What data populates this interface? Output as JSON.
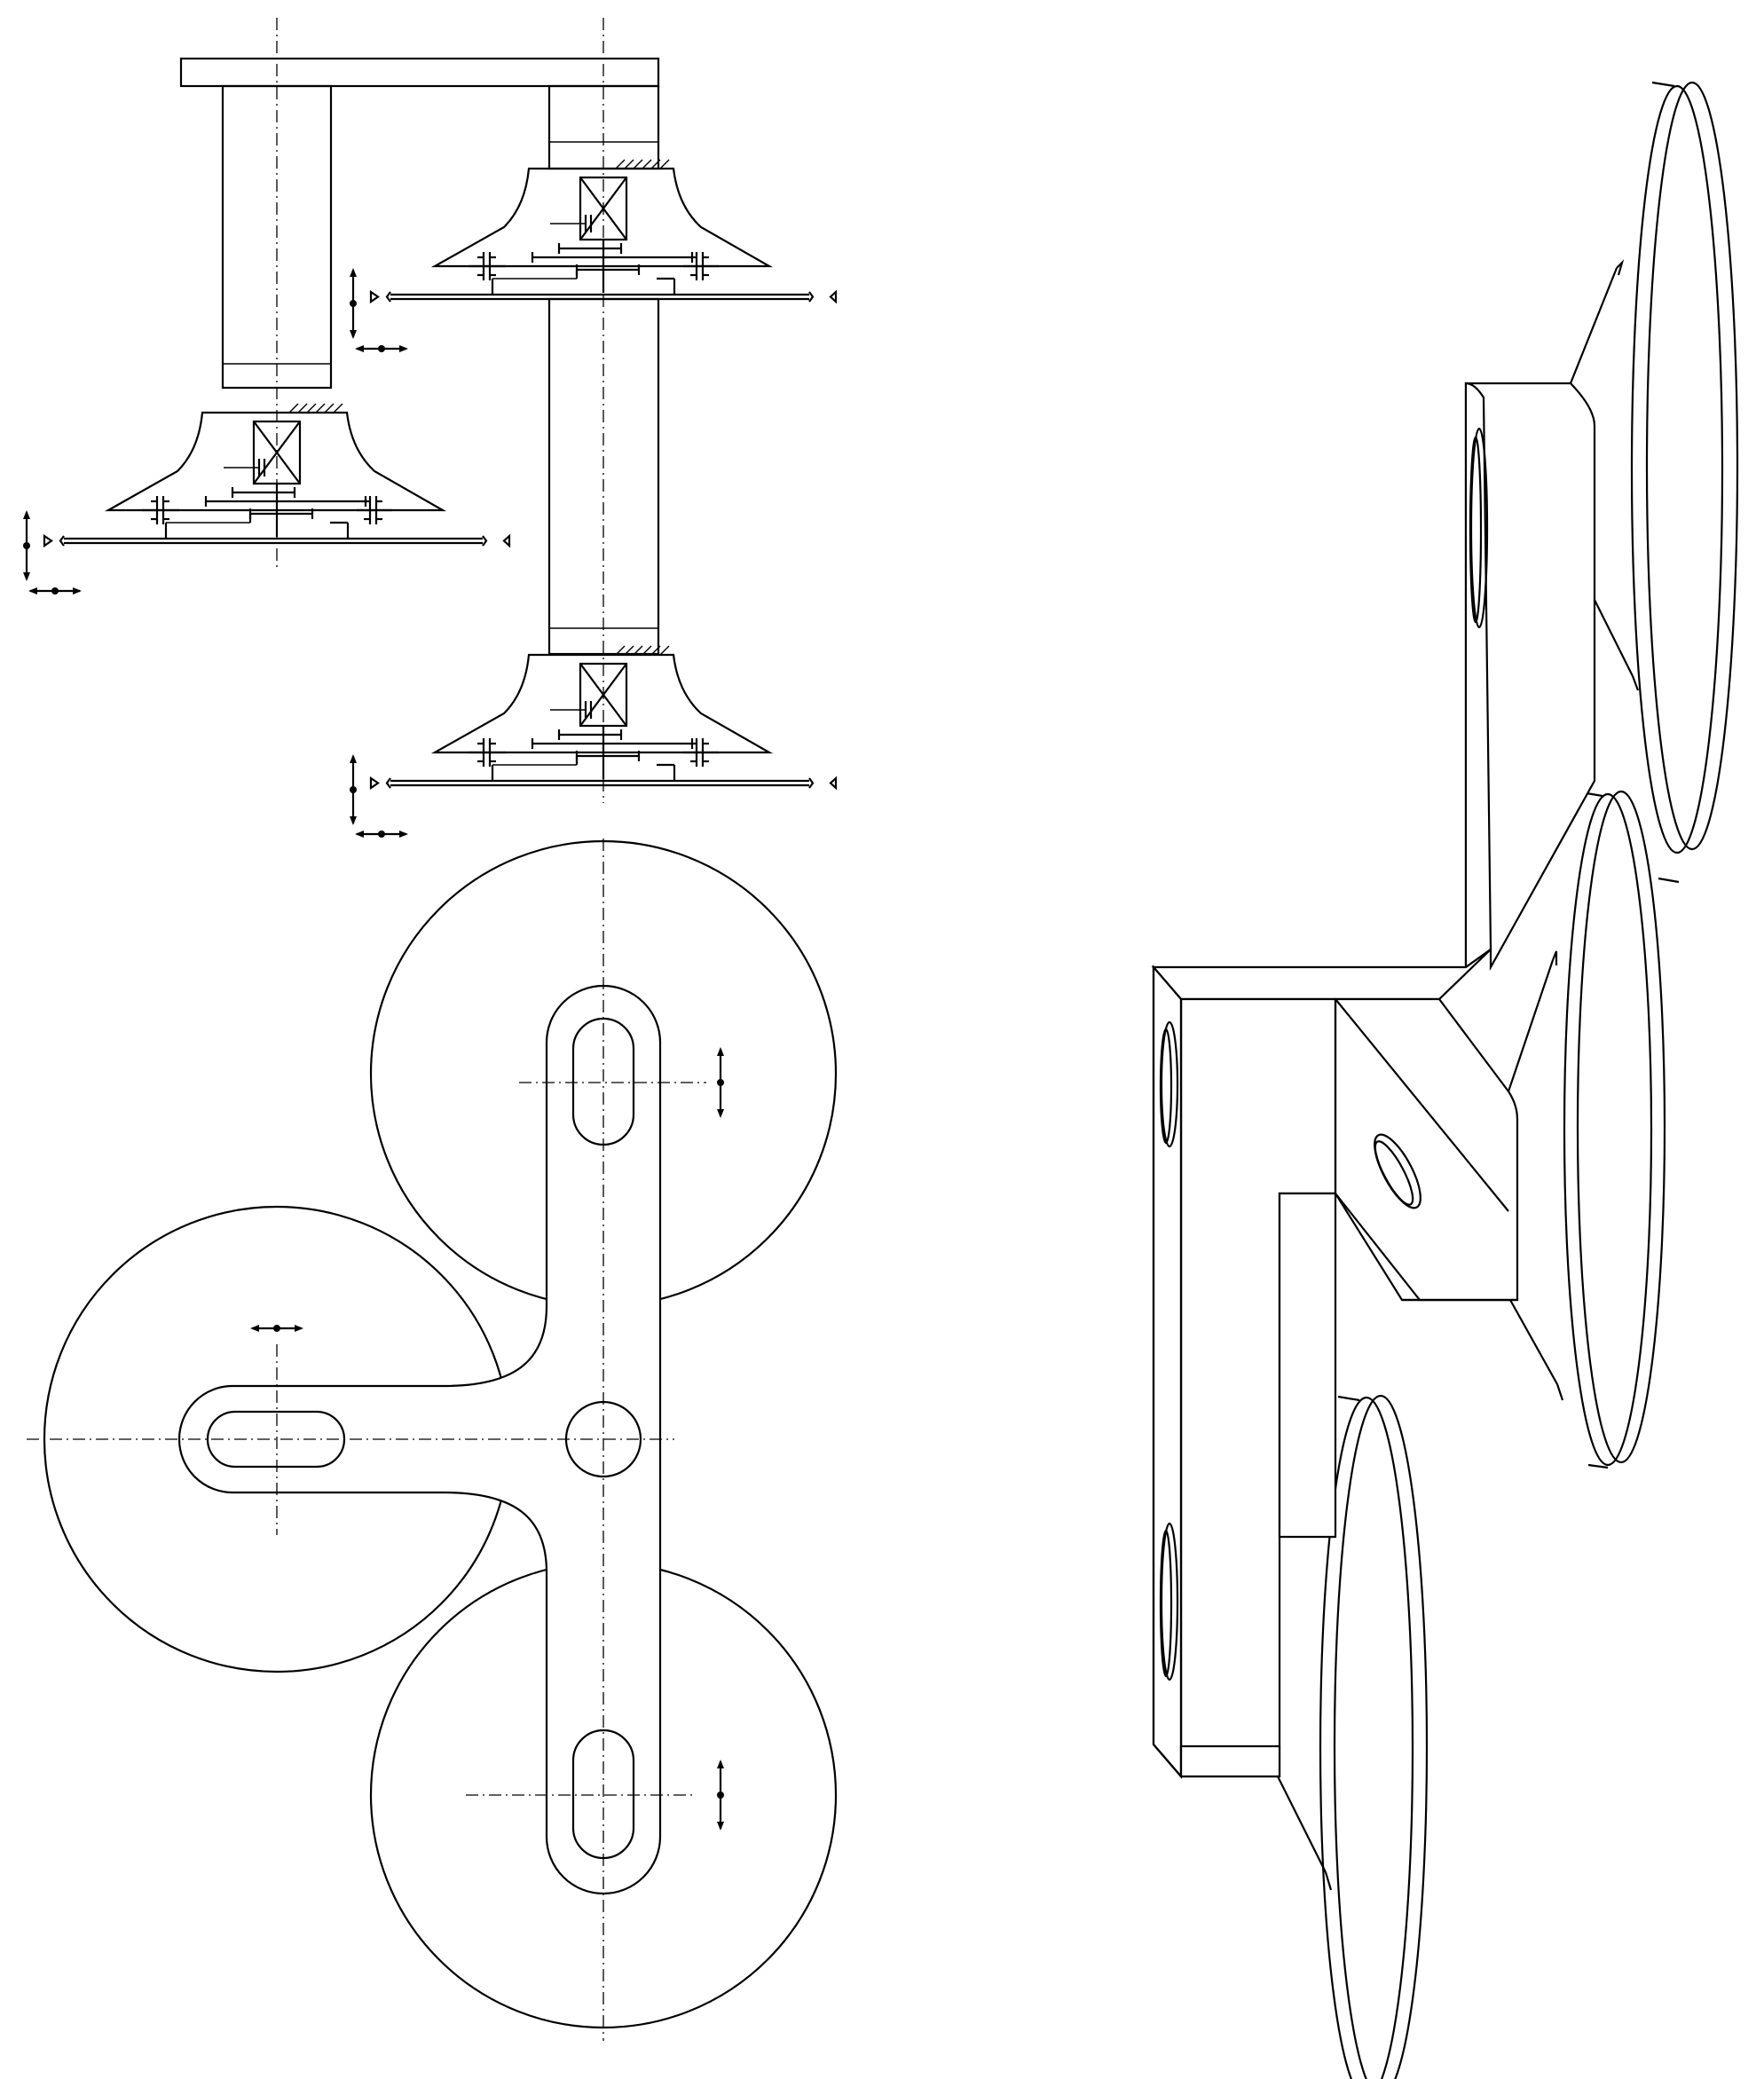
{
  "colors": {
    "line": "#000000",
    "background": "#ffffff"
  },
  "views": [
    {
      "name": "front-view"
    },
    {
      "name": "top-view"
    },
    {
      "name": "isometric-view"
    }
  ]
}
